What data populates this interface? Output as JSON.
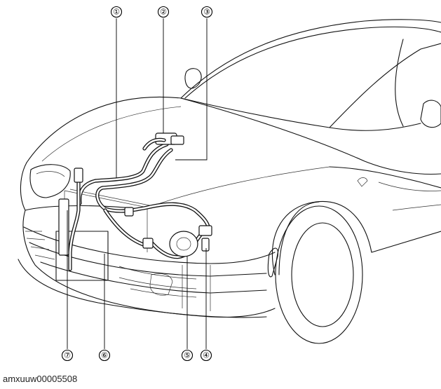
{
  "callouts": [
    {
      "id": "1",
      "label": "①"
    },
    {
      "id": "2",
      "label": "②"
    },
    {
      "id": "3",
      "label": "③"
    },
    {
      "id": "4",
      "label": "④"
    },
    {
      "id": "5",
      "label": "⑤"
    },
    {
      "id": "6",
      "label": "⑥"
    },
    {
      "id": "7",
      "label": "⑦"
    }
  ],
  "caption": "amxuuw00005508"
}
